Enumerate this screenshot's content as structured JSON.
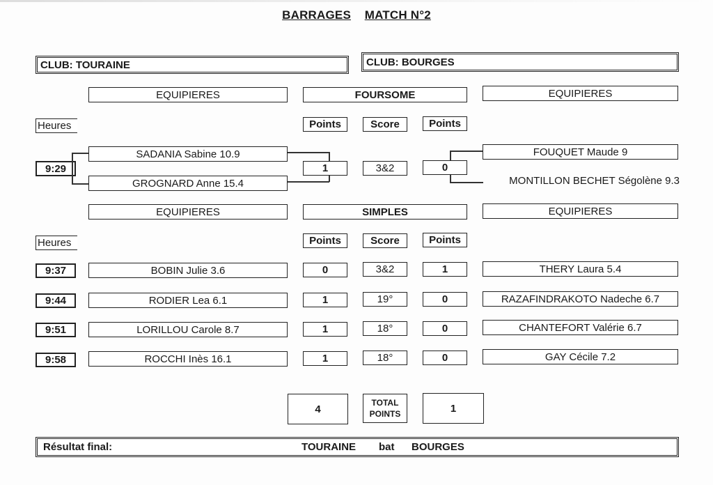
{
  "title": {
    "part1": "BARRAGES",
    "part2": "MATCH N°2"
  },
  "clubs": {
    "left": "CLUB: TOURAINE",
    "right": "CLUB: BOURGES"
  },
  "foursome": {
    "section_label": "FOURSOME",
    "left_header": "EQUIPIERES",
    "right_header": "EQUIPIERES",
    "heures_label": "Heures",
    "points_label": "Points",
    "score_label": "Score",
    "time": "9:29",
    "left_players": [
      "SADANIA Sabine  10.9",
      "GROGNARD Anne  15.4"
    ],
    "right_players": [
      "FOUQUET Maude  9",
      "MONTILLON BECHET Ségolène  9.3"
    ],
    "left_points": "1",
    "score": "3&2",
    "right_points": "0"
  },
  "simples": {
    "section_label": "SIMPLES",
    "left_header": "EQUIPIERES",
    "right_header": "EQUIPIERES",
    "heures_label": "Heures",
    "points_label": "Points",
    "score_label": "Score",
    "matches": [
      {
        "time": "9:37",
        "left": "BOBIN Julie  3.6",
        "left_points": "0",
        "score": "3&2",
        "right_points": "1",
        "right": "THERY Laura  5.4"
      },
      {
        "time": "9:44",
        "left": "RODIER Lea  6.1",
        "left_points": "1",
        "score": "19°",
        "right_points": "0",
        "right": "RAZAFINDRAKOTO Nadeche  6.7"
      },
      {
        "time": "9:51",
        "left": "LORILLOU Carole  8.7",
        "left_points": "1",
        "score": "18°",
        "right_points": "0",
        "right": "CHANTEFORT Valérie  6.7"
      },
      {
        "time": "9:58",
        "left": "ROCCHI Inès  16.1",
        "left_points": "1",
        "score": "18°",
        "right_points": "0",
        "right": "GAY Cécile  7.2"
      }
    ]
  },
  "total": {
    "label_line1": "TOTAL",
    "label_line2": "POINTS",
    "left": "4",
    "right": "1"
  },
  "result": {
    "label": "Résultat final:",
    "winner": "TOURAINE",
    "verb": "bat",
    "loser": "BOURGES"
  }
}
